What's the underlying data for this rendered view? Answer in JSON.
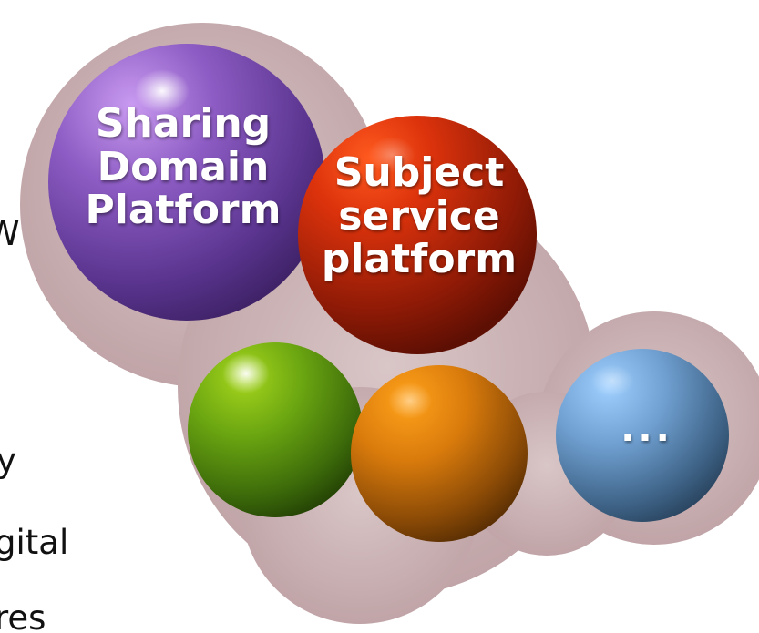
{
  "background_text": {
    "line1": "W",
    "line2": "y",
    "line3": "gital",
    "line4": "res"
  },
  "bubbles": {
    "sharing": {
      "lines": [
        "Sharing",
        "Domain",
        "Platform"
      ],
      "color": "#6a3d9a"
    },
    "subject": {
      "lines": [
        "Subject",
        "service",
        "platform"
      ],
      "color": "#a8200c"
    },
    "green": {
      "color": "#4f8a10"
    },
    "orange": {
      "color": "#c96a0a"
    },
    "more": {
      "label": "...",
      "color": "#4d7296"
    }
  },
  "colors": {
    "backdrop": "#c9aeb0"
  }
}
